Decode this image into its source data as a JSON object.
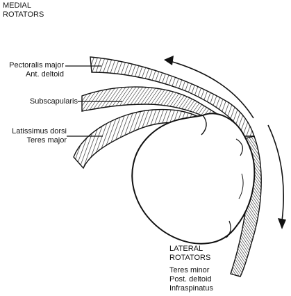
{
  "heading_top": [
    "MEDIAL",
    "ROTATORS"
  ],
  "labels": {
    "pectoralis": [
      "Pectoralis major",
      "Ant. deltoid"
    ],
    "subscapularis": "Subscapularis",
    "latissimus": [
      "Latissimus dorsi",
      "Teres major"
    ],
    "lateral_heading": [
      "LATERAL",
      "ROTATORS"
    ],
    "lateral_muscles": [
      "Teres minor",
      "Post. deltoid",
      "Infraspinatus"
    ]
  },
  "colors": {
    "ink": "#111111",
    "hatch": "#333333",
    "bone": "#ffffff"
  }
}
